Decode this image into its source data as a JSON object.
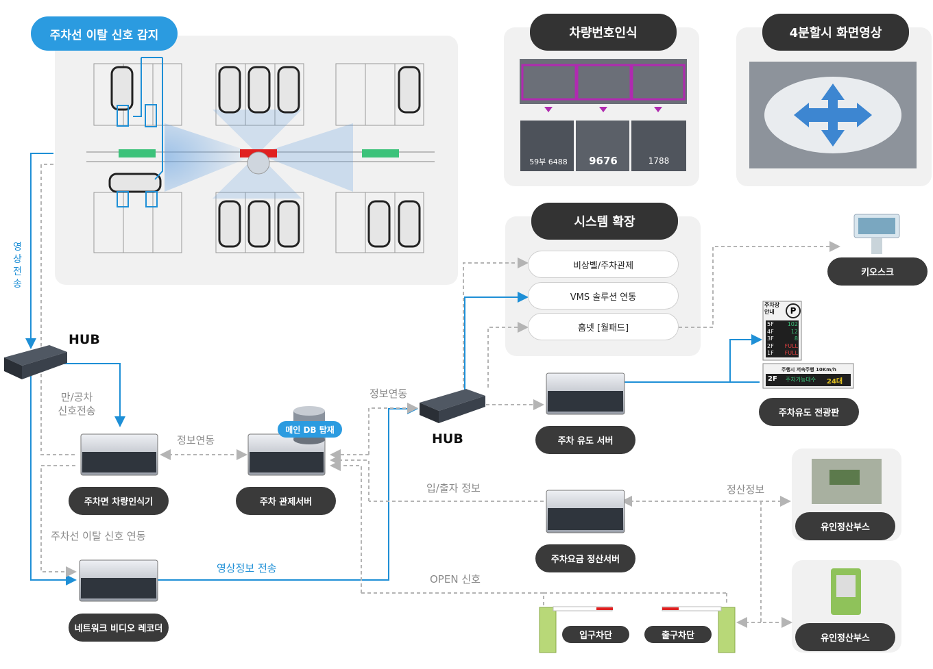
{
  "title_badge": "주차선 이탈 신호 감지",
  "panels": {
    "plate_recognition": "차량번호인식",
    "quad_view": "4분할시 화면영상",
    "system_expansion": "시스템 확장"
  },
  "plates": [
    "59부 6488",
    "9676",
    "1788"
  ],
  "expansion_items": [
    "비상벨/주차관제",
    "VMS 솔루션 연동",
    "홈넷 [월패드]"
  ],
  "hub_left": "HUB",
  "hub_right": "HUB",
  "video_transfer_vertical": "영상전송",
  "nodes": {
    "lpr_camera": "주차면 차량인식기",
    "control_server": "주차 관제서버",
    "main_db": "메인 DB 탑재",
    "nvr": "네트워크 비디오 레코더",
    "guide_server": "주차 유도 서버",
    "fee_server": "주차요금 정산서버",
    "kiosk": "키오스크",
    "guide_board": "주차유도 전광판",
    "booth1": "유인정산부스",
    "booth2": "유인정산부스",
    "entry_gate": "입구차단",
    "exit_gate": "출구차단"
  },
  "edge_labels": {
    "full_empty": "만/공차\n신호전송",
    "info_link_1": "정보연동",
    "info_link_2": "정보연동",
    "line_departure_link": "주차선 이탈 신호 연동",
    "video_info_transfer": "영상정보 전송",
    "in_out_info": "입/출자 정보",
    "settlement_info": "정산정보",
    "open_signal": "OPEN 신호"
  },
  "board": {
    "header": "주차장\n안내",
    "floors": [
      "5F",
      "4F",
      "3F",
      "2F",
      "1F"
    ],
    "status": [
      "102",
      "12",
      "8",
      "FULL",
      "FULL"
    ],
    "bottom_top": "주행시 저속주행 10Km/h",
    "bottom_floor": "2F",
    "bottom_label": "주차가능대수",
    "bottom_count": "24대"
  },
  "colors": {
    "accent_blue": "#1e8fd6",
    "dark": "#333333",
    "grey_line": "#b4b4b4",
    "alert_red": "#e02020",
    "ok_green": "#3cc27a"
  }
}
